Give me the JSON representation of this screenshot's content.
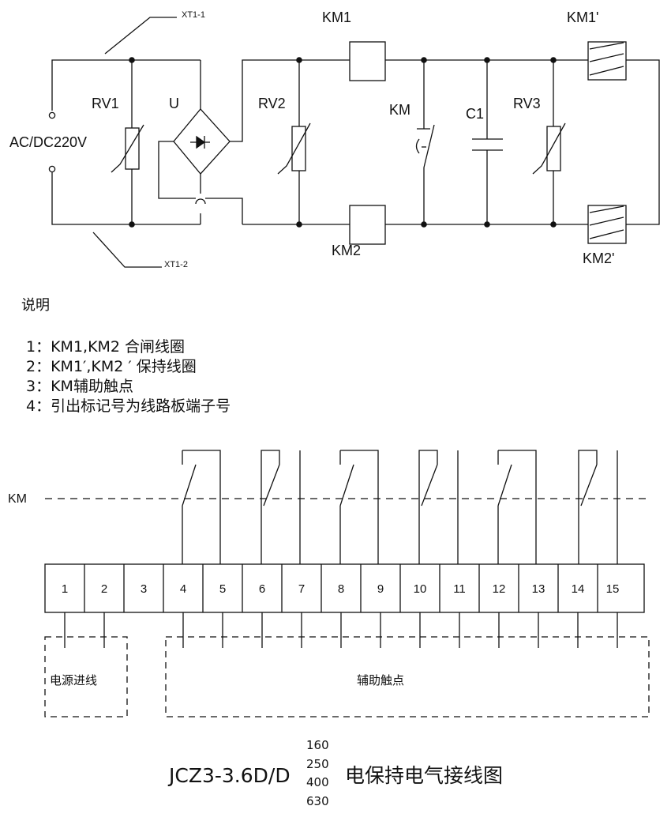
{
  "circuit": {
    "labels": {
      "xt1_1": "XT1-1",
      "xt1_2": "XT1-2",
      "supply": "AC/DC220V",
      "rv1": "RV1",
      "u": "U",
      "rv2": "RV2",
      "km1": "KM1",
      "km": "KM",
      "c1": "C1",
      "rv3": "RV3",
      "km1p": "KM1'",
      "km2": "KM2",
      "km2p": "KM2'"
    }
  },
  "notes": {
    "title": "说明",
    "items": [
      "1：KM1,KM2 合闸线圈",
      "2：KM1′,KM2 ′ 保持线圈",
      "3：KM辅助触点",
      "4：引出标记号为线路板端子号"
    ]
  },
  "terminal_block": {
    "km_label": "KM",
    "terminals": [
      "1",
      "2",
      "3",
      "4",
      "5",
      "6",
      "7",
      "8",
      "9",
      "10",
      "11",
      "12",
      "13",
      "14",
      "15"
    ],
    "group_power": "电源进线",
    "group_aux": "辅助触点"
  },
  "model": {
    "prefix": "JCZ3-3.6D/D",
    "currents": [
      "160",
      "250",
      "400",
      "630"
    ],
    "suffix": "电保持电气接线图"
  }
}
